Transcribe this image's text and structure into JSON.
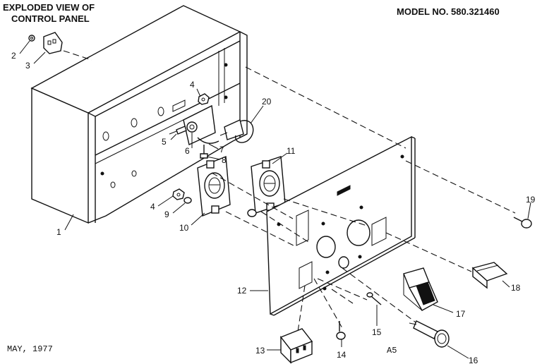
{
  "header": {
    "title_line1": "EXPLODED VIEW OF",
    "title_line2": "CONTROL PANEL",
    "model": "MODEL NO. 580.321460"
  },
  "footer": {
    "date": "MAY, 1977",
    "page_code": "A5"
  },
  "callouts": [
    "1",
    "2",
    "3",
    "4",
    "5",
    "6",
    "7",
    "8",
    "4",
    "9",
    "10",
    "11",
    "12",
    "13",
    "14",
    "15",
    "16",
    "17",
    "18",
    "19",
    "20"
  ]
}
